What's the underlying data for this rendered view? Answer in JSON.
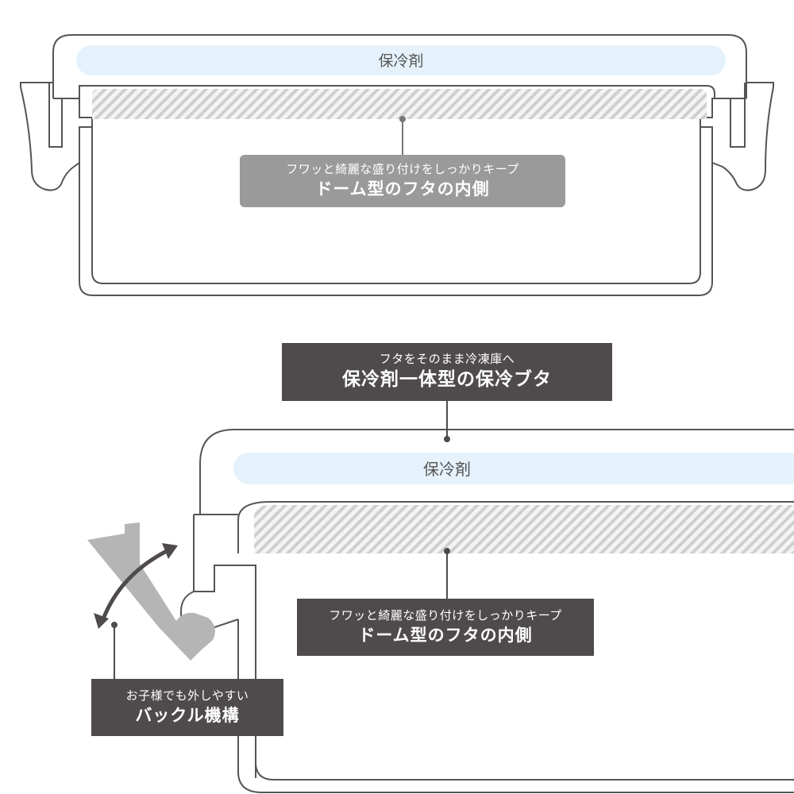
{
  "colors": {
    "outline": "#555555",
    "ice_pack": "#e5f2fb",
    "hatch": "#cfcfcf",
    "label_dark": "#4f4b4c",
    "label_gray": "#9a9a9a",
    "buckle": "#b5b5b5"
  },
  "top_diagram": {
    "ice_pack_label": "保冷剤",
    "dome_label": {
      "sub": "フワッと綺麗な盛り付けをしっかりキープ",
      "main": "ドーム型のフタの内側"
    }
  },
  "bottom_diagram": {
    "ice_pack_label": "保冷剤",
    "lid_label": {
      "sub": "フタをそのまま冷凍庫へ",
      "main": "保冷剤一体型の保冷ブタ"
    },
    "dome_label": {
      "sub": "フワッと綺麗な盛り付けをしっかりキープ",
      "main": "ドーム型のフタの内側"
    },
    "buckle_label": {
      "sub": "お子様でも外しやすい",
      "main": "バックル機構"
    }
  }
}
